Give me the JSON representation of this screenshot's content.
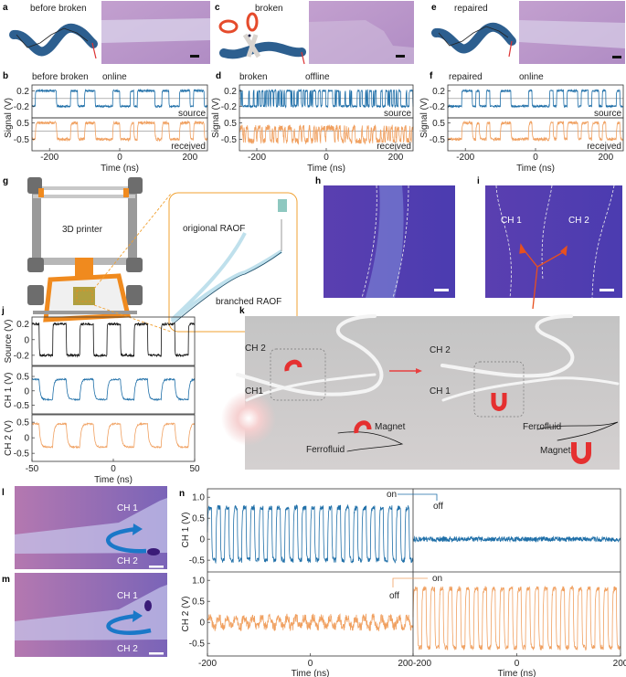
{
  "panels": {
    "a": {
      "label": "a",
      "caption": "before broken"
    },
    "c": {
      "label": "c",
      "caption": "broken"
    },
    "e": {
      "label": "e",
      "caption": "repaired"
    },
    "g": {
      "label": "g",
      "printer_label": "3D printer",
      "original_label": "origional RAOF",
      "branched_label": "branched RAOF"
    },
    "h": {
      "label": "h"
    },
    "i": {
      "label": "i",
      "ch1": "CH 1",
      "ch2": "CH 2"
    },
    "k": {
      "label": "k",
      "ch2_left": "CH 2",
      "ch1_left": "CH1",
      "ch2_right": "CH 2",
      "ch1_right": "CH 1",
      "magnet_left": "Magnet",
      "ferrofluid_left": "Ferrofluid",
      "ferrofluid_right": "Ferrofluid",
      "magnet_right": "Magnet"
    },
    "l": {
      "label": "l",
      "ch1": "CH 1",
      "ch2": "CH 2"
    },
    "m": {
      "label": "m",
      "ch1": "CH 1",
      "ch2": "CH 2"
    }
  },
  "colors": {
    "source": "#1f6fa8",
    "received": "#f0a060",
    "black_trace": "#111111",
    "status_online": "#e8873a",
    "status_offline": "#1f6fa8",
    "arrow": "#e8501e",
    "photo": "#b896c8"
  },
  "chart_data": [
    {
      "panel": "b",
      "type": "line",
      "title": "before broken",
      "status": "online",
      "xlabel": "Time (ns)",
      "ylabel": "Signal (V)",
      "xlim": [
        -250,
        250
      ],
      "xticks": [
        "-200",
        "0",
        "200"
      ],
      "series": [
        {
          "name": "source",
          "ylim": [
            -0.5,
            0.35
          ],
          "yticks": [
            "0.2",
            "-0.2"
          ],
          "high": 0.2,
          "low": -0.2
        },
        {
          "name": "received",
          "ylim": [
            -1.2,
            0.8
          ],
          "yticks": [
            "0.5",
            "-0.5"
          ],
          "high": 0.5,
          "low": -0.5
        }
      ]
    },
    {
      "panel": "d",
      "type": "line",
      "title": "broken",
      "status": "offline",
      "xlabel": "Time (ns)",
      "ylabel": "Signal (V)",
      "xlim": [
        -250,
        250
      ],
      "xticks": [
        "-200",
        "0",
        "200"
      ],
      "series": [
        {
          "name": "source",
          "ylim": [
            -0.5,
            0.35
          ],
          "yticks": [
            "0.2",
            "-0.2"
          ],
          "high": 0.2,
          "low": -0.2
        },
        {
          "name": "received",
          "ylim": [
            -1.2,
            0.8
          ],
          "yticks": [
            "0.5",
            "-0.5"
          ],
          "high": 0.2,
          "low": -0.6
        }
      ]
    },
    {
      "panel": "f",
      "type": "line",
      "title": "repaired",
      "status": "online",
      "xlabel": "Time (ns)",
      "ylabel": "Signal (V)",
      "xlim": [
        -250,
        250
      ],
      "xticks": [
        "-200",
        "0",
        "200"
      ],
      "series": [
        {
          "name": "source",
          "ylim": [
            -0.5,
            0.35
          ],
          "yticks": [
            "0.2",
            "-0.2"
          ],
          "high": 0.2,
          "low": -0.2
        },
        {
          "name": "received",
          "ylim": [
            -1.2,
            0.8
          ],
          "yticks": [
            "0.5",
            "-0.5"
          ],
          "high": 0.5,
          "low": -0.5
        }
      ]
    },
    {
      "panel": "j",
      "type": "line",
      "xlabel": "Time (ns)",
      "xlim": [
        -50,
        50
      ],
      "xticks": [
        "-50",
        "0",
        "50"
      ],
      "period_ns": 16.7,
      "series": [
        {
          "ylabel": "Source (V)",
          "ylim": [
            -0.33,
            0.29
          ],
          "yticks": [
            "0.2",
            "0",
            "-0.2"
          ],
          "high": 0.2,
          "low": -0.2
        },
        {
          "ylabel": "CH 1 (V)",
          "ylim": [
            -0.8,
            0.85
          ],
          "yticks": [
            "0.5",
            "0",
            "-0.5"
          ],
          "high": 0.4,
          "low": -0.3
        },
        {
          "ylabel": "CH 2 (V)",
          "ylim": [
            -0.76,
            0.74
          ],
          "yticks": [
            "0.5",
            "0",
            "-0.5"
          ],
          "high": 0.45,
          "low": -0.3
        }
      ]
    },
    {
      "panel": "n",
      "type": "line",
      "xlabel": "Time (ns)",
      "xlim": [
        -200,
        200
      ],
      "xticks": [
        "-200",
        "0",
        "200"
      ],
      "period_ns": 16.7,
      "annotations": {
        "ch1_on": "on",
        "ch1_off": "off",
        "ch2_off": "off",
        "ch2_on": "on"
      },
      "series": [
        {
          "ylabel": "CH 1 (V)",
          "segment": "left",
          "state": "on",
          "ylim": [
            -0.78,
            1.2
          ],
          "yticks": [
            "1.0",
            "0.5",
            "0",
            "-0.5"
          ],
          "high": 0.75,
          "low": -0.5
        },
        {
          "ylabel": "CH 1 (V)",
          "segment": "right",
          "state": "off",
          "ylim": [
            -0.78,
            1.2
          ],
          "high": 0.0,
          "low": 0.0
        },
        {
          "ylabel": "CH 2 (V)",
          "segment": "left",
          "state": "off",
          "ylim": [
            -0.8,
            1.2
          ],
          "yticks": [
            "1.0",
            "0.5",
            "0",
            "-0.5"
          ],
          "high": 0.1,
          "low": -0.1
        },
        {
          "ylabel": "CH 2 (V)",
          "segment": "right",
          "state": "on",
          "ylim": [
            -0.8,
            1.2
          ],
          "high": 0.8,
          "low": -0.6
        }
      ]
    }
  ]
}
